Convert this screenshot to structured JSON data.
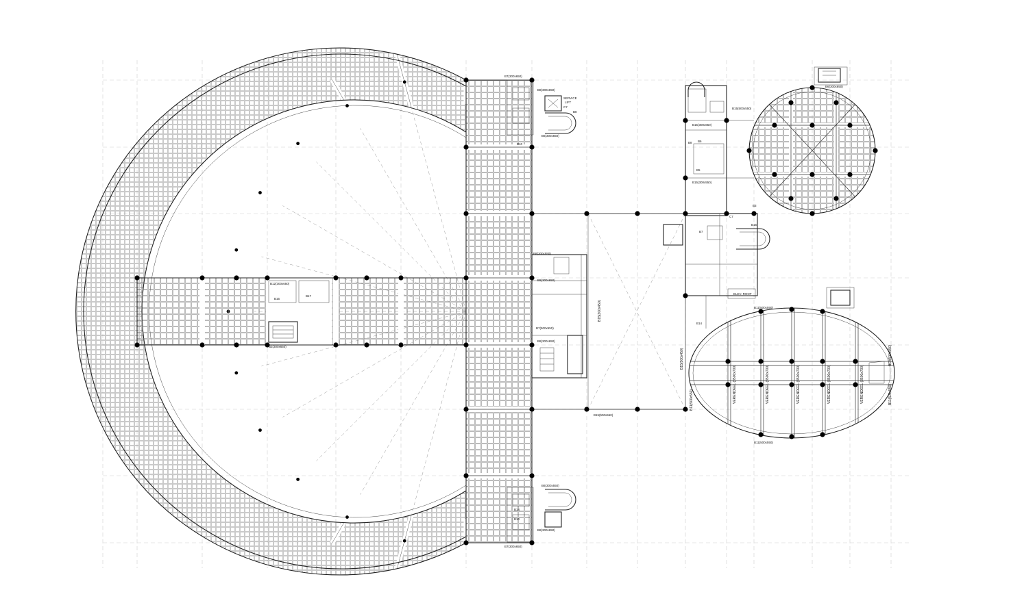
{
  "labels": {
    "b7_top": "B7(300x650)",
    "b8_top": "B8(300x650)",
    "service_lift": "SERVICE",
    "service_lift_2": "LIFT",
    "c7": "C7",
    "b8_short": "B8",
    "b10_top": "B10",
    "b6_top": "B6(300x550)",
    "b8_mid": "B8(300x550)",
    "b8_mid2": "B8(300x650)",
    "b7_mid": "B7(500x550)",
    "b8_low": "B8(300x650)",
    "b15_v": "B15(300x450)",
    "b15_h": "B15(500x550)",
    "b12_left": "B12(300x650)",
    "b17": "B17",
    "b16": "B16",
    "b2_left": "B2(300x650)",
    "b6_bot": "B6(300x550)",
    "b14_bot": "B14",
    "b10_bot": "B10",
    "b8_bot": "B8(300x650)",
    "b7_bot": "B7(300x650)",
    "b15_right_top": "B15(500x550)",
    "b15_right_2": "B15(300x650)",
    "b15_right_3": "B15(300x550)",
    "b8_r": "B8",
    "b6_r": "B6",
    "b5_r": "B5",
    "b3_r": "B3",
    "b16_r": "B16",
    "c7_r": "C7",
    "b14_r": "B14",
    "b7_r": "B7",
    "b15_lower_v": "B15(500x450)",
    "b11_top": "B11(500x550)",
    "b11_bot": "B11(500x550)",
    "b10_right": "B10(500x550)",
    "b11_left": "B11(500x550)",
    "b11_right2": "B11(500x550)",
    "b6_round": "B6(300x650)",
    "verendeel_1": "VERENDEEL (3500x700)",
    "verendeel_2": "VERENDEEL (3500x700)",
    "verendeel_3": "VERENDEEL (3500x700)",
    "verendeel_4": "VERENDEEL (3500x700)",
    "verendeel_5": "VERENDEEL (3500x700)",
    "roof_note": "ELEV. ROOF"
  },
  "colors": {
    "line": "#222222",
    "grid": "#cfcfcf",
    "column": "#000000"
  }
}
